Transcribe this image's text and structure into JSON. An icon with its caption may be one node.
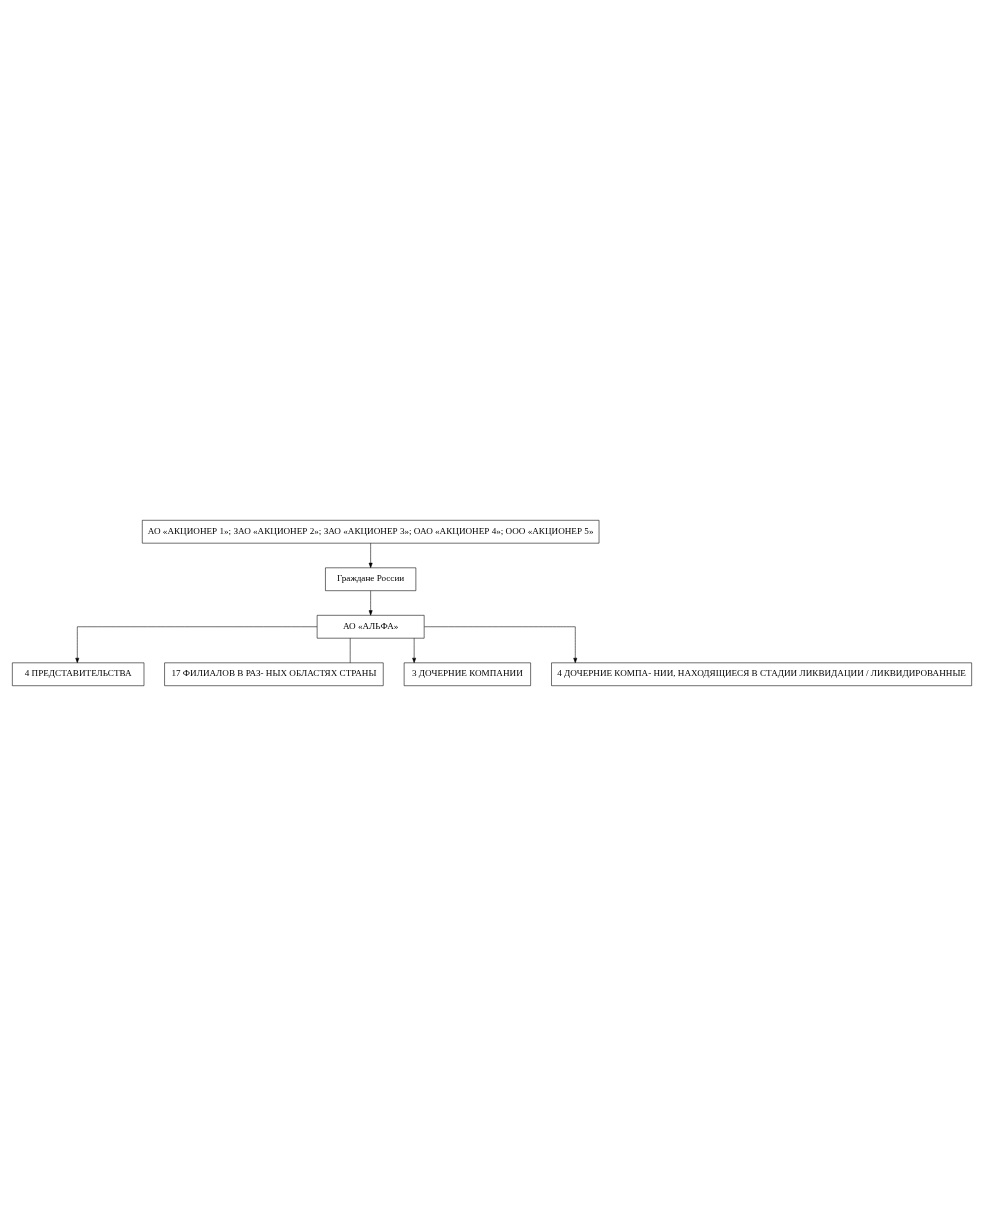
{
  "diagram": {
    "nodes": [
      {
        "text": [
          "АО «АКЦИОНЕР 1»; ЗАО «АКЦИОНЕР 2»; ЗАО «АКЦИОНЕР 3»; ОАО «АКЦИОНЕР 4»; ООО «АКЦИОНЕР 5»"
        ]
      },
      {
        "text": [
          "Граждане России"
        ]
      },
      {
        "text": [
          "АО «АЛЬФА»"
        ]
      },
      {
        "text": [
          "4 ПРЕДСТАВИТЕЛЬСТВА"
        ]
      },
      {
        "text": [
          "17 ФИЛИАЛОВ В РАЗ- НЫХ ОБЛАСТЯХ СТРАНЫ"
        ]
      },
      {
        "text": [
          "3 ДОЧЕРНИЕ КОМПАНИИ"
        ]
      },
      {
        "text": [
          "4 ДОЧЕРНИЕ КОМПА- НИИ, НАХОДЯЩИЕСЯ В СТАДИИ ЛИКВИДАЦИИ / ЛИКВИДИРОВАННЫЕ"
        ]
      }
    ],
    "edges": [
      {
        "from": 0,
        "to": 1,
        "arrow": "to"
      },
      {
        "from": 1,
        "to": 2,
        "arrow": "to"
      },
      {
        "from": 2,
        "to": 3,
        "arrow": "to"
      },
      {
        "from": 2,
        "to": 4,
        "arrow": "none"
      },
      {
        "from": 2,
        "to": 5,
        "arrow": "to"
      },
      {
        "from": 2,
        "to": 6,
        "arrow": "to"
      }
    ]
  }
}
